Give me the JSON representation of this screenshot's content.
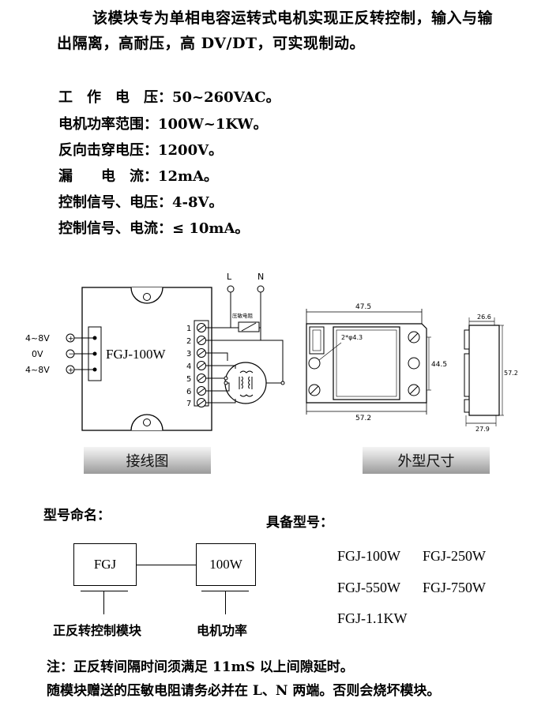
{
  "intro": {
    "line1": "该模块专为单相电容运转式电机实现正反转控制，输入与输",
    "line2": "出隔离，高耐压，高 DV/DT，可实现制动。"
  },
  "specs": [
    "工　作　电　压：50~260VAC。",
    "电机功率范围：100W~1KW。",
    "反向击穿电压：1200V。",
    "漏　　电　流：12mA。",
    "控制信号、电压：4-8V。",
    "控制信号、电流：≤ 10mA。"
  ],
  "wiring": {
    "module_label": "FGJ-100W",
    "inputs": [
      "4~8V",
      "0V",
      "4~8V"
    ],
    "terminals": [
      "1",
      "2",
      "3",
      "4",
      "5",
      "6",
      "7"
    ],
    "L": "L",
    "N": "N",
    "varistor_label": "压敏电阻",
    "caption": "接线图"
  },
  "dimensions": {
    "width_top": "47.5",
    "hole_label": "2*φ4.3",
    "height_side": "44.5",
    "width_bottom": "57.2",
    "depth_top": "26.6",
    "side_height": "57.2",
    "depth_bottom": "27.9",
    "caption": "外型尺寸"
  },
  "naming": {
    "title": "型号命名：",
    "box1": "FGJ",
    "box2": "100W",
    "label1": "正反转控制模块",
    "label2": "电机功率"
  },
  "available": {
    "title": "具备型号：",
    "models": [
      [
        "FGJ-100W",
        "FGJ-250W"
      ],
      [
        "FGJ-550W",
        "FGJ-750W"
      ],
      [
        "FGJ-1.1KW"
      ]
    ]
  },
  "notes": {
    "line1": "注：正反转间隔时间须满足 11mS 以上间隙延时。",
    "line2": "随模块赠送的压敏电阻请务必并在 L、N 两端。否则会烧坏模块。"
  }
}
